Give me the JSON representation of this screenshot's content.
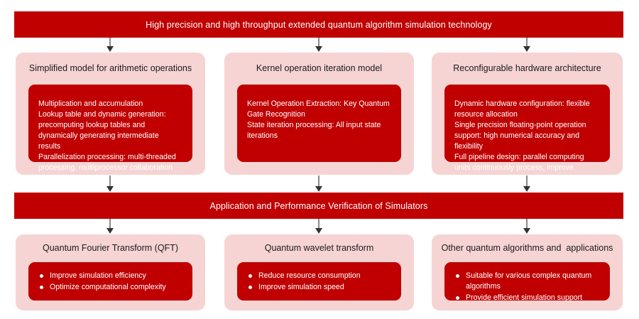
{
  "diagram": {
    "title_banner": "High precision and high throughput extended quantum algorithm simulation technology",
    "middle_banner": "Application and Performance Verification of Simulators",
    "colors": {
      "primary_red": "#c00000",
      "card_pink": "#f7d4d4",
      "banner_text": "#ffffff",
      "title_text": "#1a1a1a",
      "arrow": "#555555"
    },
    "top_row": [
      {
        "title": "Simplified model for arithmetic operations",
        "lines": [
          "Multiplication and accumulation",
          "Lookup table and dynamic generation: precomputing lookup tables and dynamically generating intermediate results",
          "Parallelization processing: multi-threaded processing, multiprocessor collaboration"
        ]
      },
      {
        "title": "Kernel operation iteration model",
        "lines": [
          "Kernel Operation Extraction: Key Quantum Gate Recognition",
          "State iteration processing: All input state iterations"
        ]
      },
      {
        "title": "Reconfigurable hardware architecture",
        "lines": [
          "Dynamic hardware configuration: flexible resource allocation",
          "Single precision floating-point operation support: high numerical accuracy and flexibility",
          "Full pipeline design: parallel computing units continuously process, improve throughput, and reduce latency"
        ]
      }
    ],
    "bottom_row": [
      {
        "title": "Quantum Fourier Transform (QFT)",
        "bullets": [
          "Improve simulation efficiency",
          "Optimize computational complexity"
        ]
      },
      {
        "title": "Quantum wavelet transform",
        "bullets": [
          "Reduce resource consumption",
          "Improve simulation speed"
        ]
      },
      {
        "title": "Other quantum algorithms and  applications",
        "bullets": [
          "Suitable for various complex quantum algorithms",
          "Provide efficient simulation support"
        ]
      }
    ]
  }
}
